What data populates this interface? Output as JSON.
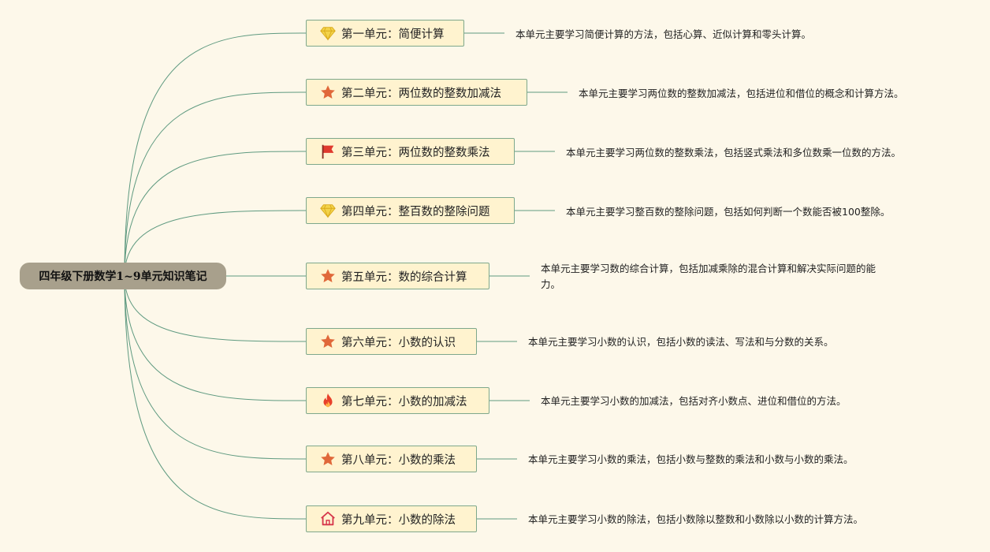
{
  "root": {
    "label": "四年级下册数学1~9单元知识笔记"
  },
  "units": [
    {
      "icon": "diamond-icon",
      "label": "第一单元：简便计算",
      "desc": "本单元主要学习简便计算的方法，包括心算、近似计算和零头计算。"
    },
    {
      "icon": "star-icon",
      "label": "第二单元：两位数的整数加减法",
      "desc": "本单元主要学习两位数的整数加减法，包括进位和借位的概念和计算方法。"
    },
    {
      "icon": "flag-icon",
      "label": "第三单元：两位数的整数乘法",
      "desc": "本单元主要学习两位数的整数乘法，包括竖式乘法和多位数乘一位数的方法。"
    },
    {
      "icon": "diamond-icon",
      "label": "第四单元：整百数的整除问题",
      "desc": "本单元主要学习整百数的整除问题，包括如何判断一个数能否被100整除。"
    },
    {
      "icon": "star-icon",
      "label": "第五单元：数的综合计算",
      "desc": "本单元主要学习数的综合计算，包括加减乘除的混合计算和解决实际问题的能",
      "desc2": "力。"
    },
    {
      "icon": "star-icon",
      "label": "第六单元：小数的认识",
      "desc": "本单元主要学习小数的认识，包括小数的读法、写法和与分数的关系。"
    },
    {
      "icon": "fire-icon",
      "label": "第七单元：小数的加减法",
      "desc": "本单元主要学习小数的加减法，包括对齐小数点、进位和借位的方法。"
    },
    {
      "icon": "star-icon",
      "label": "第八单元：小数的乘法",
      "desc": "本单元主要学习小数的乘法，包括小数与整数的乘法和小数与小数的乘法。"
    },
    {
      "icon": "home-icon",
      "label": "第九单元：小数的除法",
      "desc": "本单元主要学习小数的除法，包括小数除以整数和小数除以小数的计算方法。"
    }
  ],
  "colors": {
    "background": "#fdf8ea",
    "root_fill": "#a8a08c",
    "unit_fill": "#fff3cf",
    "unit_border": "#7ea88c",
    "connector": "#5f9a80",
    "star": "#e0683a",
    "flag": "#e03a2e",
    "diamond": "#f3d34a",
    "fire": "#e8402a",
    "home": "#d6364a"
  }
}
